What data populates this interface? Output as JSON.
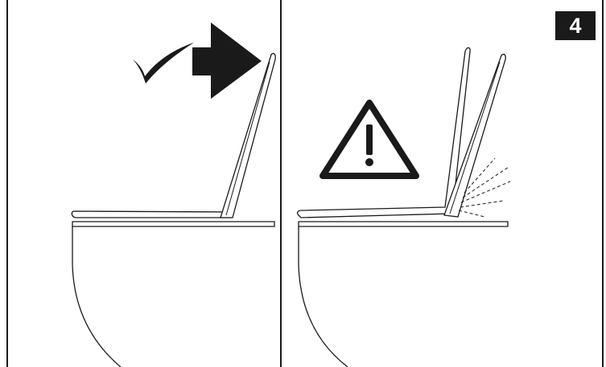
{
  "step_badge": {
    "number": "4"
  },
  "panels": [
    {
      "id": "left",
      "illustration": "toilet-seat-lid-closing-slowly",
      "icon": "rotate-arrow-icon"
    },
    {
      "id": "right",
      "illustration": "toilet-seat-lid-slamming",
      "icon": "warning-icon"
    }
  ],
  "colors": {
    "line": "#1a1a1a",
    "background": "#ffffff",
    "badge_bg": "#1a1a1a",
    "badge_text": "#ffffff"
  }
}
